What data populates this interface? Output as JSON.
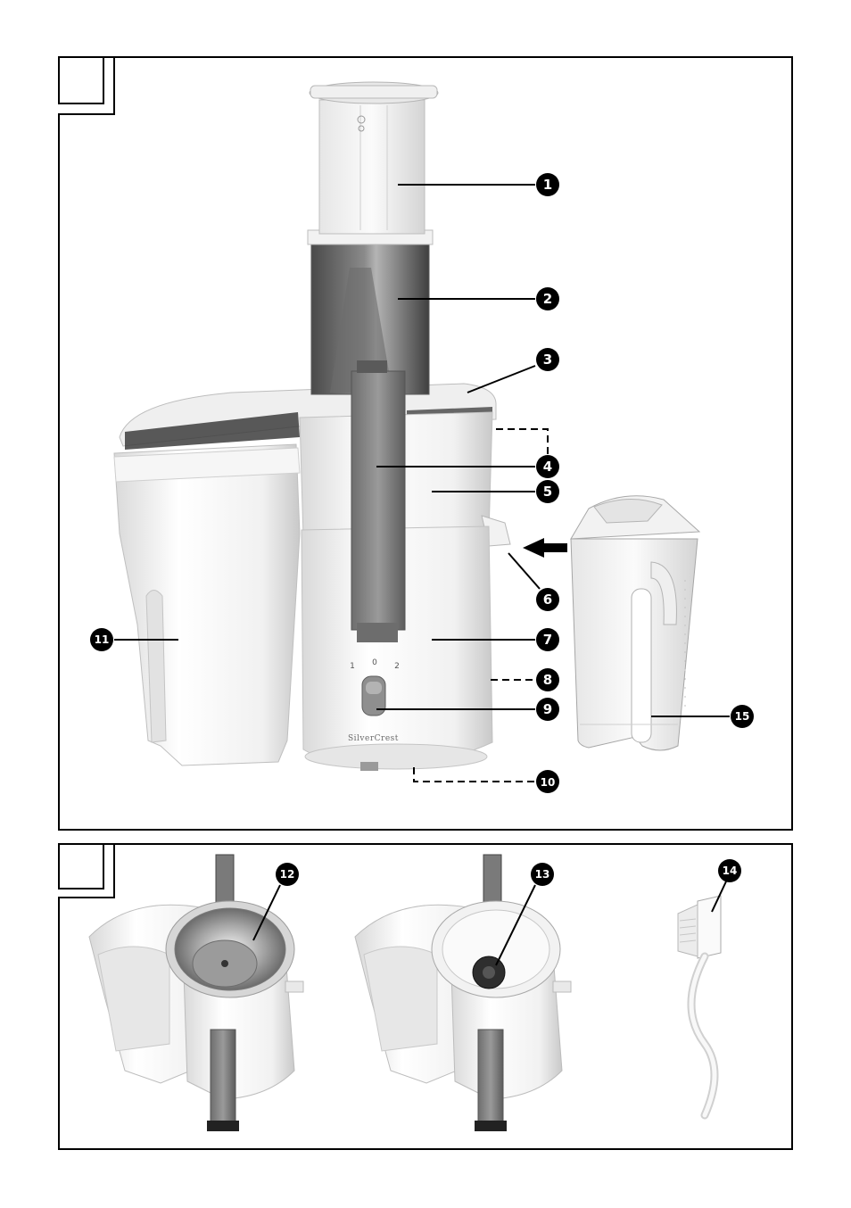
{
  "figures": [
    {
      "id": "A",
      "callouts": [
        "1",
        "2",
        "3",
        "4",
        "5",
        "6",
        "7",
        "8",
        "9",
        "10",
        "11",
        "15"
      ]
    },
    {
      "id": "B",
      "callouts": [
        "12",
        "13",
        "14"
      ]
    }
  ],
  "product": {
    "brand_text": "SilverCrest",
    "speed_markings": [
      "1",
      "0",
      "2"
    ]
  },
  "icons": [
    "number-badge-icon",
    "insert-arrow-icon"
  ]
}
